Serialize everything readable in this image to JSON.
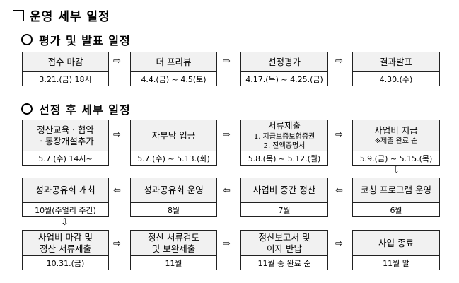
{
  "title": "운영 세부 일정",
  "sections": [
    {
      "label": "평가 및 발표 일정"
    },
    {
      "label": "선정 후 세부 일정"
    }
  ],
  "boxes": [
    {
      "label": "접수 마감",
      "date": "3.21.(금) 18시"
    },
    {
      "label": "더 프리뷰",
      "date": "4.4.(금) ~ 4.5(토)"
    },
    {
      "label": "선정평가",
      "date": "4.17.(목) ~ 4.25.(금)"
    },
    {
      "label": "결과발표",
      "date": "4.30.(수)"
    },
    {
      "line1": "정산교육ㆍ협약",
      "line2": "ㆍ통장개설추가",
      "date": "5.7.(수) 14시~"
    },
    {
      "label": "자부담 입금",
      "date": "5.7.(수) ~ 5.13.(화)"
    },
    {
      "label": "서류제출",
      "sub1": "1. 지급보증보험증권",
      "sub2": "2. 잔액증명서",
      "date": "5.8.(목) ~ 5.12.(월)"
    },
    {
      "label": "사업비 지급",
      "sub": "※제출 완료 순",
      "date": "5.9.(금) ~ 5.15.(목)"
    },
    {
      "label": "성과공유회 개최",
      "date": "10월(주얼리 주간)"
    },
    {
      "label": "성과공유회 운영",
      "date": "8월"
    },
    {
      "label": "사업비 중간 정산",
      "date": "7월"
    },
    {
      "label": "코칭 프로그램 운영",
      "date": "6월"
    },
    {
      "line1": "사업비 마감 및",
      "line2": "정산 서류제출",
      "date": "10.31.(금)"
    },
    {
      "line1": "정산 서류검토",
      "line2": "및 보완제출",
      "date": "11월"
    },
    {
      "line1": "정산보고서 및",
      "line2": "이자 반납",
      "date": "11월 중 완료 순"
    },
    {
      "label": "사업 종료",
      "date": "11월 말"
    }
  ],
  "icons": {
    "right": "arrow-right-icon",
    "left": "arrow-left-icon",
    "down": "arrow-down-icon"
  }
}
